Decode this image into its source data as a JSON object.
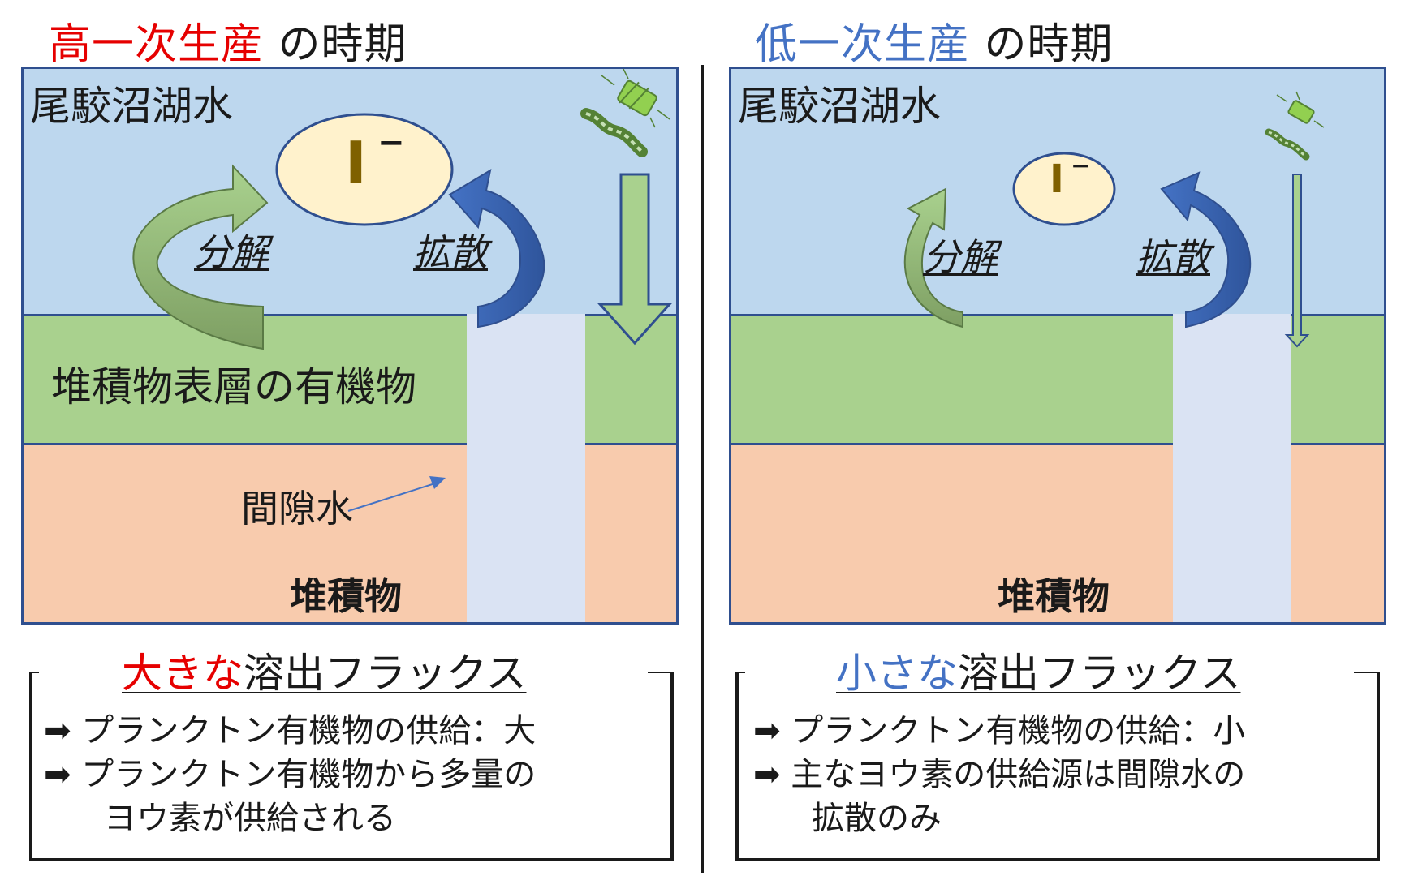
{
  "colors": {
    "red": "#e60000",
    "blue": "#4472c4",
    "water": "#bdd7ee",
    "surface_layer": "#a9d18e",
    "sediment": "#f8cbad",
    "pore_water": "#dae3f3",
    "iodide_fill": "#fff2cc",
    "decomposition_arrow": "#a9d18e",
    "diffusion_arrow": "#4472c4"
  },
  "left": {
    "title_emph": "高一次生産",
    "title_rest": " の時期",
    "lake_label": "尾駮沼湖水",
    "ion_symbol": "I",
    "ion_charge": "−",
    "decomposition": "分解",
    "diffusion": "拡散",
    "surface_label": "堆積物表層の有機物",
    "pore_label": "間隙水",
    "sediment_label": "堆積物",
    "flux_emph": "大きな",
    "flux_rest": "溶出フラックス",
    "bullets": [
      "プランクトン有機物の供給：大",
      "プランクトン有機物から多量の"
    ],
    "bullet_cont": "ヨウ素が供給される"
  },
  "right": {
    "title_emph": "低一次生産",
    "title_rest": " の時期",
    "lake_label": "尾駮沼湖水",
    "ion_symbol": "I",
    "ion_charge": "−",
    "decomposition": "分解",
    "diffusion": "拡散",
    "sediment_label": "堆積物",
    "flux_emph": "小さな",
    "flux_rest": "溶出フラックス",
    "bullets": [
      "プランクトン有機物の供給：小",
      "主なヨウ素の供給源は間隙水の"
    ],
    "bullet_cont": "拡散のみ"
  }
}
